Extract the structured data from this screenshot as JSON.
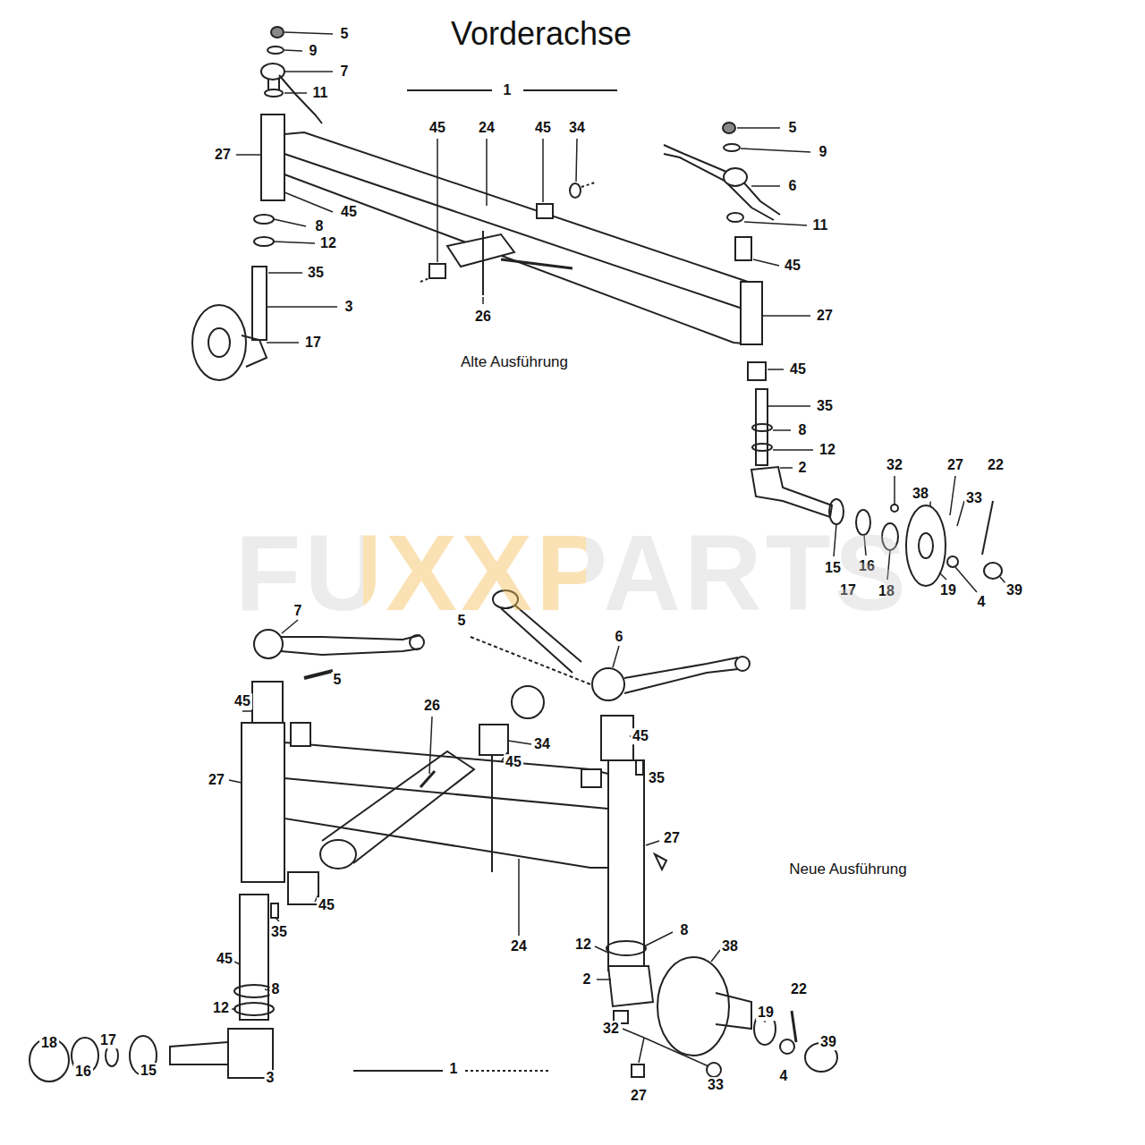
{
  "diagram": {
    "title": "Vorderachse",
    "labels": [
      "5",
      "9",
      "7",
      "11",
      "1",
      "27",
      "45",
      "8",
      "12",
      "35",
      "3",
      "17",
      "45",
      "24",
      "45",
      "34",
      "26",
      "5",
      "9",
      "6",
      "11",
      "45",
      "27",
      "45",
      "35",
      "8",
      "12",
      "2",
      "32",
      "27",
      "22",
      "38",
      "33",
      "15",
      "17",
      "16",
      "18",
      "19",
      "4",
      "39",
      "Alte Ausführung",
      "7",
      "5",
      "6",
      "5",
      "45",
      "26",
      "34",
      "45",
      "45",
      "35",
      "27",
      "27",
      "45",
      "35",
      "24",
      "12",
      "8",
      "38",
      "2",
      "45",
      "8",
      "12",
      "19",
      "22",
      "39",
      "32",
      "4",
      "33",
      "27",
      "18",
      "17",
      "16",
      "15",
      "3",
      "1",
      "Neue Ausführung",
      "FUXXPARTS"
    ]
  }
}
